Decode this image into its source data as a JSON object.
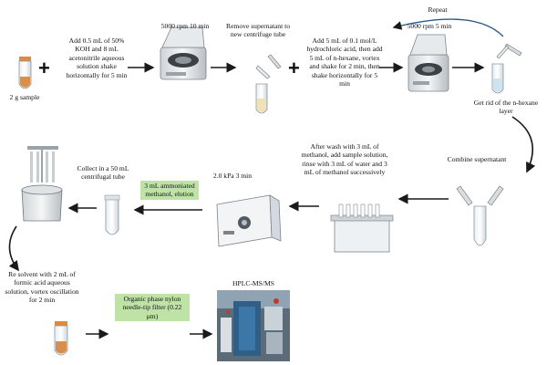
{
  "steps": {
    "sample": "2 g sample",
    "add_koh": "Add 0.5 mL of 50% KOH and 8 mL acetonitrile aqueous solution shake horizontally for 5 min",
    "centrifuge_1": "5000 rpm 10 min",
    "remove_supernatant": "Remove supernatant to new centrifuge tube",
    "add_hcl": "Add 5 mL of 0.1 mol/L hydrochloric acid, then add 5 mL of n-hexane, vortex and shake for 2 min, then shake horizontally for 5 min",
    "centrifuge_2": "5000 rpm 5 min",
    "repeat": "Repeat",
    "get_rid": "Get rid of the n-hexane layer",
    "combine": "Combine supernatant",
    "wash": "After wash with 3 mL of methanol, add sample solution, rinse with 3 mL of water and 3 mL of methanol successively",
    "pressure": "2.0 kPa 3 min",
    "elution": "3 mL ammoniated methanol, elution",
    "collect": "Collect in a 50 mL centrifugal tube",
    "resolvent": "Re solvent with 2 mL of formic acid aqueous solution, vortex oscillation for 2 min",
    "filter": "Organic phase nylon needle-tip filter (0.22 μm)",
    "hplc": "HPLC-MS/MS"
  },
  "icons": [
    "sample-tube-icon",
    "centrifuge-icon",
    "pipette-tube-icon",
    "hexane-tube-icon",
    "y-connector-icon",
    "spe-manifold-icon",
    "vacuum-pump-icon",
    "evaporator-icon",
    "collection-tube-icon",
    "final-tube-icon",
    "hplc-instrument-icon"
  ],
  "colors": {
    "label_highlight": "#bfe3a6",
    "arrow": "#1a1a1a",
    "tube_liquid": "#d98f4a"
  }
}
